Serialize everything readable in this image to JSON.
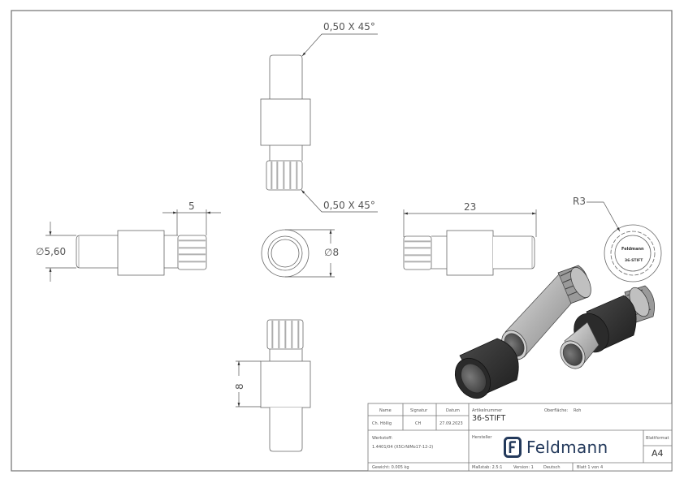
{
  "drawing": {
    "dimensions": {
      "chamfer_top": "0,50 X 45°",
      "chamfer_bottom": "0,50 X 45°",
      "knurl_length": "5",
      "shaft_diameter": "∅5,60",
      "collar_diameter": "∅8",
      "overall_length": "23",
      "collar_length": "8",
      "radius": "R3"
    },
    "detail_marking": {
      "line1": "Feldmann",
      "line2": "36-STIFT"
    },
    "colors": {
      "line": "#555555",
      "border": "#707070",
      "brand": "#23395b",
      "dark_part": "#2e2e2e",
      "light_part": "#b9b9b9"
    }
  },
  "title_block": {
    "name_label": "Name",
    "signature_label": "Signatur",
    "date_label": "Datum",
    "name_value": "Ch. Höllig",
    "signature_value": "CH",
    "date_value": "27.09.2023",
    "article_label": "Artikelnummer",
    "article_value": "36-STIFT",
    "surface_label": "Oberfläche:",
    "surface_value": "Roh",
    "material_label": "Werkstoff:",
    "material_value": "1.4401/04 (X5CrNiMo17-12-2)",
    "manufacturer_label": "Hersteller",
    "brand": "Feldmann",
    "sheet_format_label": "Blattformat",
    "sheet_format_value": "A4",
    "weight": "Gewicht: 0.005 kg",
    "scale": "Maßstab: 2.5:1",
    "version": "Version: 1",
    "language": "Deutsch",
    "sheet": "Blatt 1 von 4"
  }
}
